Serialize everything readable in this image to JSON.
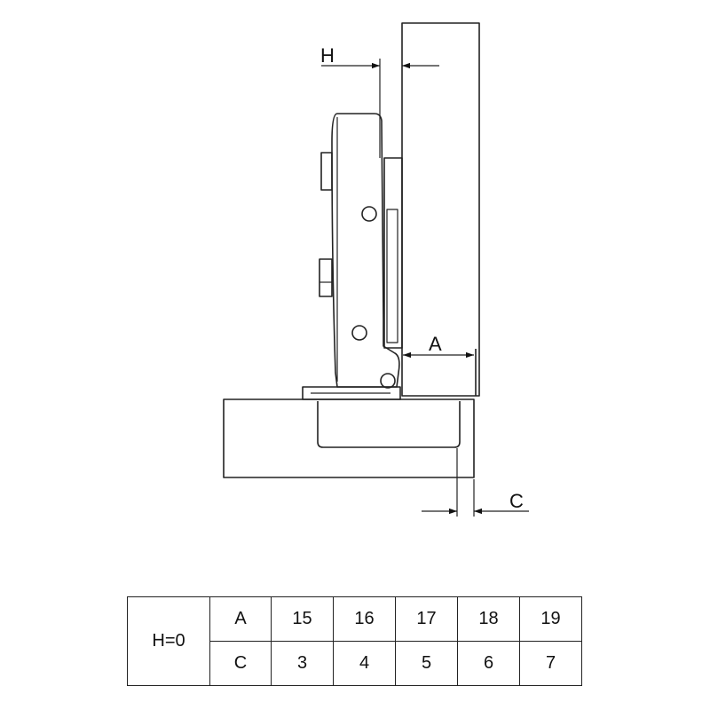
{
  "labels": {
    "h": "H",
    "a": "A",
    "c": "C"
  },
  "table": {
    "condition": "H=0",
    "rows": [
      {
        "key": "A",
        "values": [
          "15",
          "16",
          "17",
          "18",
          "19"
        ]
      },
      {
        "key": "C",
        "values": [
          "3",
          "4",
          "5",
          "6",
          "7"
        ]
      }
    ]
  }
}
